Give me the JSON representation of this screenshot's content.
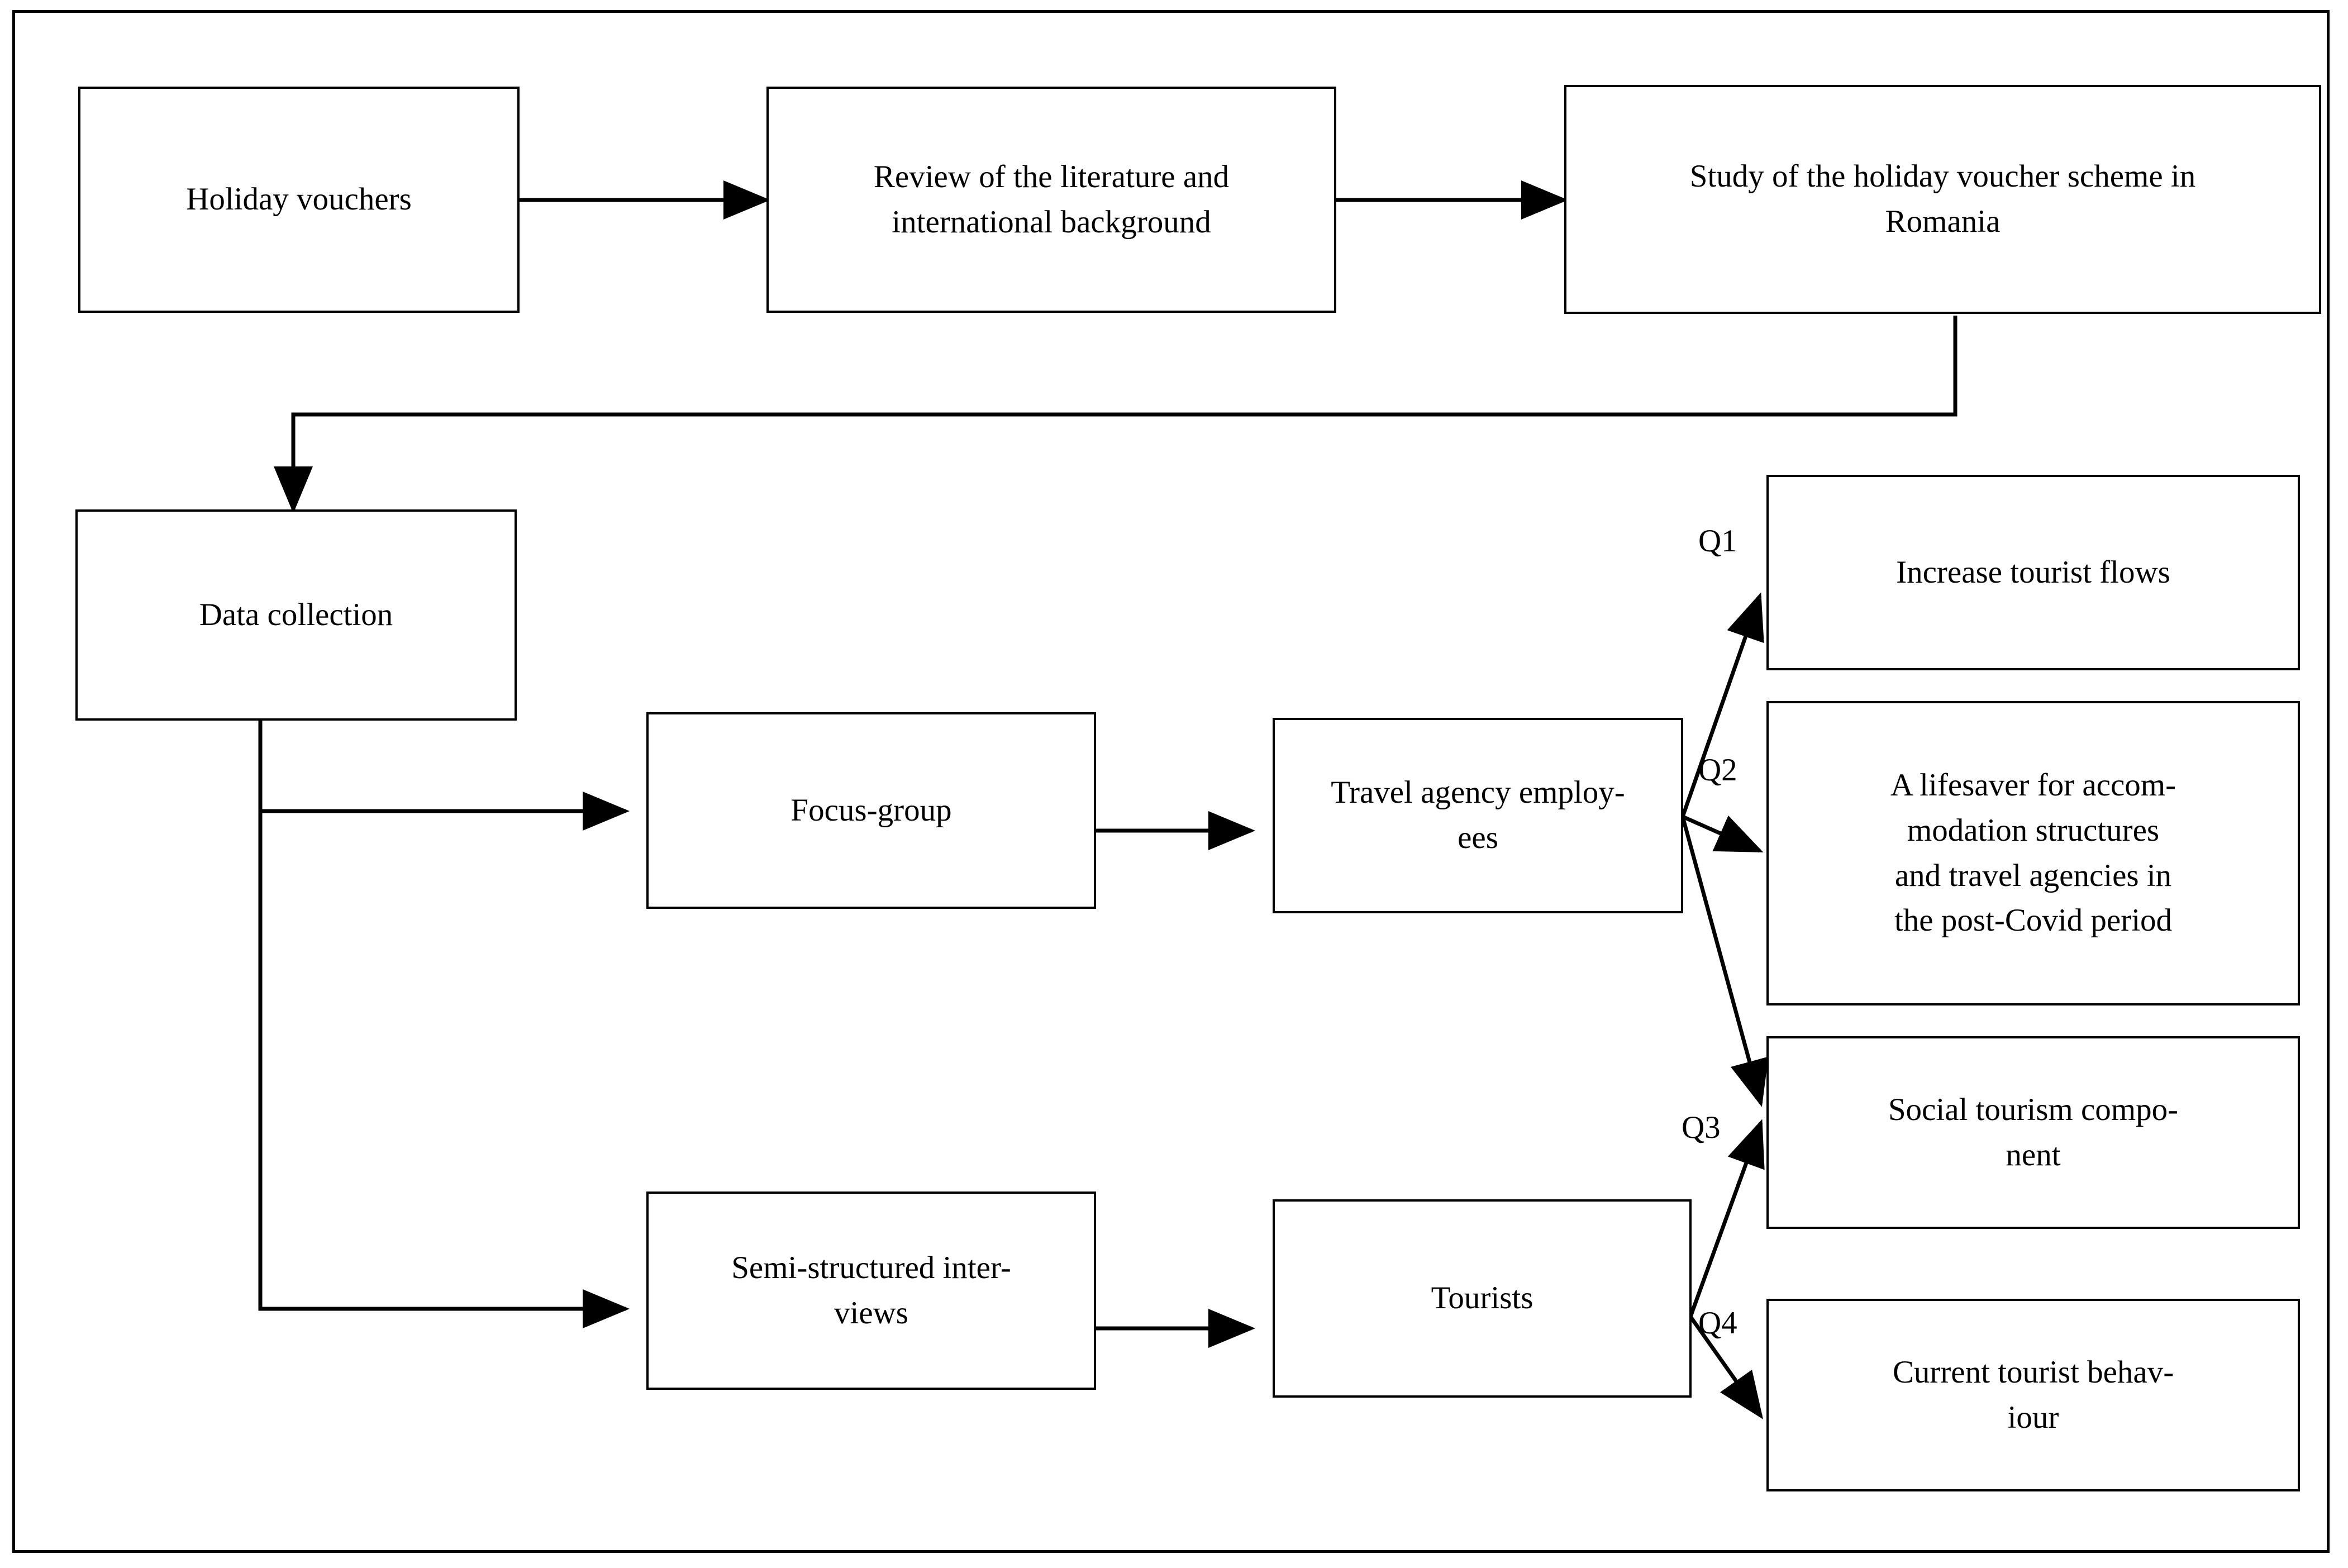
{
  "diagram": {
    "title": "Research design flowchart – holiday voucher scheme in Romania",
    "border_color": "#000000",
    "background_color": "#ffffff",
    "nodes": [
      {
        "id": "holiday-vouchers",
        "label": "Holiday vouchers"
      },
      {
        "id": "literature-review",
        "label": "Review of the literature and\ninternational background"
      },
      {
        "id": "study-romania",
        "label": "Study of the holiday voucher scheme  in\nRomania"
      },
      {
        "id": "data-collection",
        "label": "Data collection"
      },
      {
        "id": "focus-group",
        "label": "Focus-group"
      },
      {
        "id": "semi-structured-interviews",
        "label": "Semi-structured inter-\nviews"
      },
      {
        "id": "travel-agency-employees",
        "label": "Travel agency employ-\nees"
      },
      {
        "id": "tourists",
        "label": "Tourists"
      },
      {
        "id": "increase-tourist-flows",
        "label": "Increase tourist flows"
      },
      {
        "id": "lifesaver-accommodation",
        "label": "A lifesaver for accom-\nmodation structures\nand travel agencies in\nthe post-Covid period"
      },
      {
        "id": "social-tourism-component",
        "label": "Social tourism compo-\nnent"
      },
      {
        "id": "current-tourist-behaviour",
        "label": "Current tourist behav-\niour"
      }
    ],
    "edge_labels": {
      "q1": "Q1",
      "q2": "Q2",
      "q3": "Q3",
      "q4": "Q4"
    },
    "edges": [
      {
        "from": "holiday-vouchers",
        "to": "literature-review",
        "label": ""
      },
      {
        "from": "literature-review",
        "to": "study-romania",
        "label": ""
      },
      {
        "from": "study-romania",
        "to": "data-collection",
        "label": ""
      },
      {
        "from": "data-collection",
        "to": "focus-group",
        "label": ""
      },
      {
        "from": "data-collection",
        "to": "semi-structured-interviews",
        "label": ""
      },
      {
        "from": "focus-group",
        "to": "travel-agency-employees",
        "label": ""
      },
      {
        "from": "semi-structured-interviews",
        "to": "tourists",
        "label": ""
      },
      {
        "from": "travel-agency-employees",
        "to": "increase-tourist-flows",
        "label": "Q1"
      },
      {
        "from": "travel-agency-employees",
        "to": "lifesaver-accommodation",
        "label": "Q2"
      },
      {
        "from": "travel-agency-employees",
        "to": "social-tourism-component",
        "label": "Q3"
      },
      {
        "from": "tourists",
        "to": "social-tourism-component",
        "label": "Q3"
      },
      {
        "from": "tourists",
        "to": "current-tourist-behaviour",
        "label": "Q4"
      }
    ]
  }
}
